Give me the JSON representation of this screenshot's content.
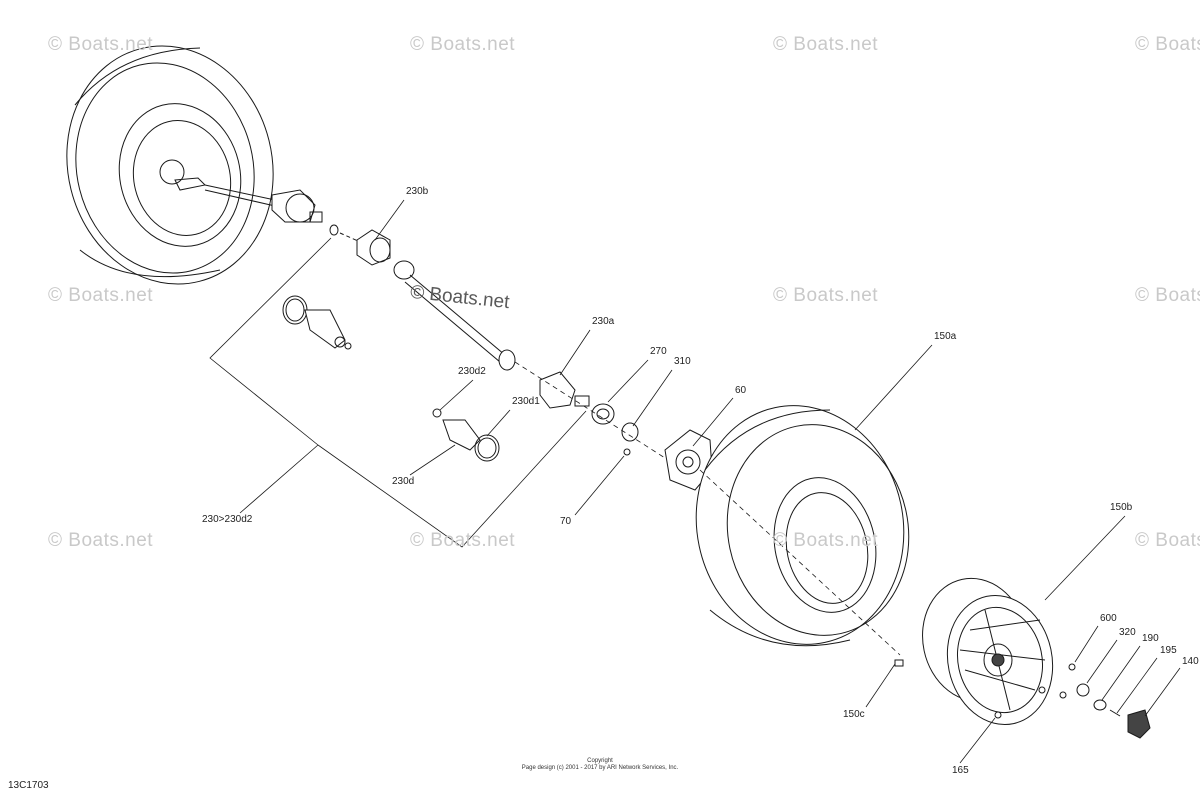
{
  "watermark": {
    "text": "© Boats.net",
    "main_text": "© Boats.net"
  },
  "callouts": {
    "p230b": "230b",
    "p230a": "230a",
    "p270": "270",
    "p310": "310",
    "p60": "60",
    "p150a": "150a",
    "p230d2": "230d2",
    "p230d1": "230d1",
    "p230d": "230d",
    "p230range": "230>230d2",
    "p70": "70",
    "p150b": "150b",
    "p600": "600",
    "p320": "320",
    "p190": "190",
    "p195": "195",
    "p140": "140",
    "p150c": "150c",
    "p165": "165"
  },
  "footer": {
    "line1": "Copyright",
    "line2": "Page design (c) 2001 - 2017 by ARI Network Services, Inc."
  },
  "diagram_code": "13C1703",
  "colors": {
    "line": "#1a1a1a",
    "watermark": "#c9c9c9",
    "part_fill": "#ffffff"
  }
}
